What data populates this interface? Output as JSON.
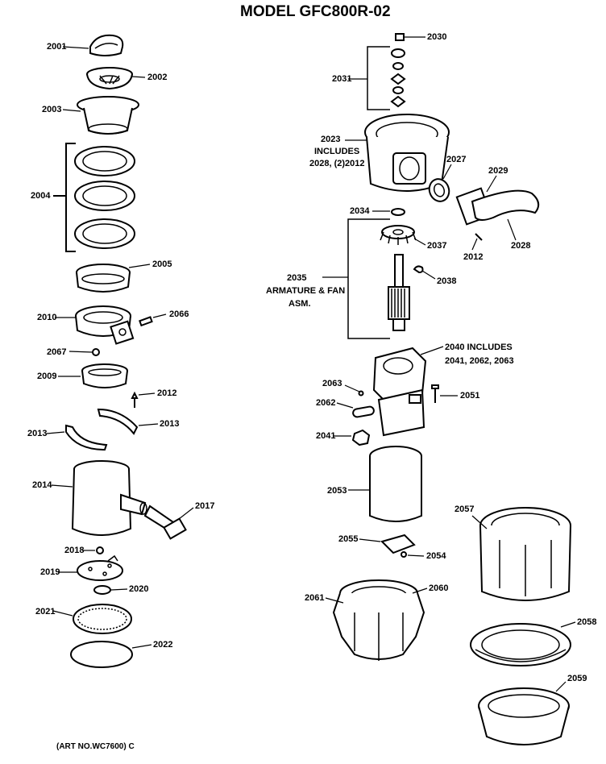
{
  "title": "MODEL GFC800R-02",
  "art_number": "(ART NO.WC7600) C",
  "labels": {
    "p2001": "2001",
    "p2002": "2002",
    "p2003": "2003",
    "p2004": "2004",
    "p2005": "2005",
    "p2010": "2010",
    "p2066": "2066",
    "p2067": "2067",
    "p2009": "2009",
    "p2012a": "2012",
    "p2013a": "2013",
    "p2013b": "2013",
    "p2014": "2014",
    "p2017": "2017",
    "p2018": "2018",
    "p2019": "2019",
    "p2020": "2020",
    "p2021": "2021",
    "p2022": "2022",
    "p2030": "2030",
    "p2031": "2031",
    "p2023": "2023",
    "p2023_inc": "INCLUDES",
    "p2023_list": "2028, (2)2012",
    "p2027": "2027",
    "p2029": "2029",
    "p2034": "2034",
    "p2037": "2037",
    "p2012b": "2012",
    "p2028": "2028",
    "p2035": "2035",
    "p2035_d1": "ARMATURE & FAN",
    "p2035_d2": "ASM.",
    "p2038": "2038",
    "p2040": "2040 INCLUDES",
    "p2040_list": "2041, 2062, 2063",
    "p2063": "2063",
    "p2062": "2062",
    "p2051": "2051",
    "p2041": "2041",
    "p2053": "2053",
    "p2057": "2057",
    "p2055": "2055",
    "p2054": "2054",
    "p2061": "2061",
    "p2060": "2060",
    "p2058": "2058",
    "p2059": "2059"
  }
}
